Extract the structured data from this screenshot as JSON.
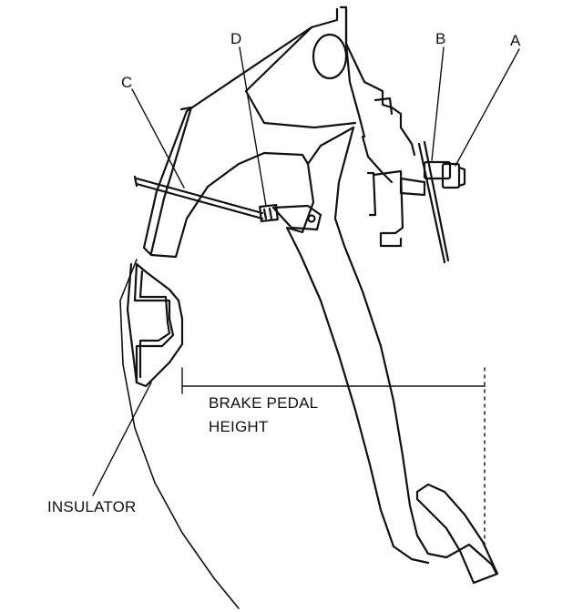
{
  "diagram": {
    "labels": {
      "a": "A",
      "b": "B",
      "c": "C",
      "d": "D",
      "pedal_height_line1": "BRAKE PEDAL",
      "pedal_height_line2": "HEIGHT",
      "insulator": "INSULATOR"
    },
    "colors": {
      "ink": "#111111",
      "background": "#ffffff"
    }
  }
}
